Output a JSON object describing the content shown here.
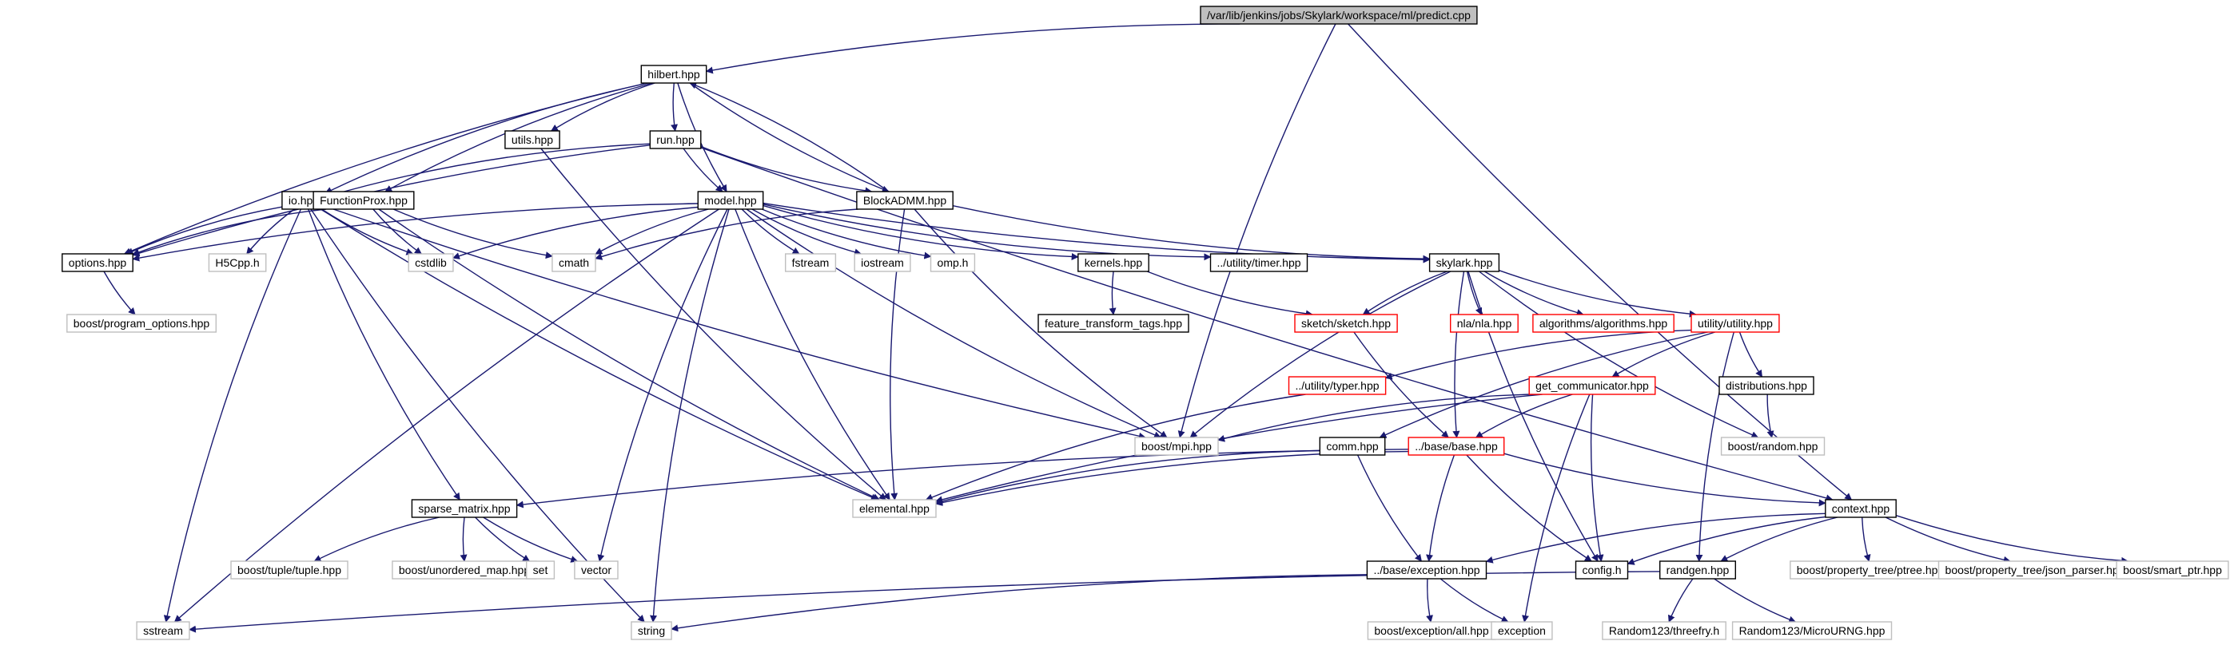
{
  "diagram": {
    "nodes": [
      {
        "id": "predict",
        "label": "/var/lib/jenkins/jobs/Skylark/workspace/ml/predict.cpp",
        "style": "root"
      },
      {
        "id": "hilbert",
        "label": "hilbert.hpp",
        "style": "doc"
      },
      {
        "id": "utils",
        "label": "utils.hpp",
        "style": "doc"
      },
      {
        "id": "run",
        "label": "run.hpp",
        "style": "doc"
      },
      {
        "id": "io",
        "label": "io.hpp",
        "style": "doc"
      },
      {
        "id": "functionprox",
        "label": "FunctionProx.hpp",
        "style": "doc"
      },
      {
        "id": "model",
        "label": "model.hpp",
        "style": "doc"
      },
      {
        "id": "blockadmm",
        "label": "BlockADMM.hpp",
        "style": "doc"
      },
      {
        "id": "options",
        "label": "options.hpp",
        "style": "doc"
      },
      {
        "id": "h5cpp",
        "label": "H5Cpp.h",
        "style": "grey"
      },
      {
        "id": "cstdlib",
        "label": "cstdlib",
        "style": "grey"
      },
      {
        "id": "cmath",
        "label": "cmath",
        "style": "grey"
      },
      {
        "id": "fstream",
        "label": "fstream",
        "style": "grey"
      },
      {
        "id": "iostream",
        "label": "iostream",
        "style": "grey"
      },
      {
        "id": "omph",
        "label": "omp.h",
        "style": "grey"
      },
      {
        "id": "kernels",
        "label": "kernels.hpp",
        "style": "doc"
      },
      {
        "id": "timer",
        "label": "../utility/timer.hpp",
        "style": "doc"
      },
      {
        "id": "skylark",
        "label": "skylark.hpp",
        "style": "doc"
      },
      {
        "id": "progopts",
        "label": "boost/program_options.hpp",
        "style": "grey"
      },
      {
        "id": "fttags",
        "label": "feature_transform_tags.hpp",
        "style": "doc"
      },
      {
        "id": "sketch",
        "label": "sketch/sketch.hpp",
        "style": "red"
      },
      {
        "id": "nla",
        "label": "nla/nla.hpp",
        "style": "red"
      },
      {
        "id": "algorithms",
        "label": "algorithms/algorithms.hpp",
        "style": "red"
      },
      {
        "id": "utility",
        "label": "utility/utility.hpp",
        "style": "red"
      },
      {
        "id": "typer",
        "label": "../utility/typer.hpp",
        "style": "red"
      },
      {
        "id": "getcomm",
        "label": "get_communicator.hpp",
        "style": "red"
      },
      {
        "id": "distributions",
        "label": "distributions.hpp",
        "style": "doc"
      },
      {
        "id": "mpi",
        "label": "boost/mpi.hpp",
        "style": "grey"
      },
      {
        "id": "random",
        "label": "boost/random.hpp",
        "style": "grey"
      },
      {
        "id": "comm",
        "label": "comm.hpp",
        "style": "doc"
      },
      {
        "id": "base",
        "label": "../base/base.hpp",
        "style": "red"
      },
      {
        "id": "sparse",
        "label": "sparse_matrix.hpp",
        "style": "doc"
      },
      {
        "id": "elemental",
        "label": "elemental.hpp",
        "style": "grey"
      },
      {
        "id": "context",
        "label": "context.hpp",
        "style": "doc"
      },
      {
        "id": "tuple",
        "label": "boost/tuple/tuple.hpp",
        "style": "grey"
      },
      {
        "id": "umap",
        "label": "boost/unordered_map.hpp",
        "style": "grey"
      },
      {
        "id": "set",
        "label": "set",
        "style": "grey"
      },
      {
        "id": "vector",
        "label": "vector",
        "style": "grey"
      },
      {
        "id": "exceptionhpp",
        "label": "../base/exception.hpp",
        "style": "doc"
      },
      {
        "id": "config",
        "label": "config.h",
        "style": "doc"
      },
      {
        "id": "randgen",
        "label": "randgen.hpp",
        "style": "doc"
      },
      {
        "id": "ptree",
        "label": "boost/property_tree/ptree.hpp",
        "style": "grey"
      },
      {
        "id": "jsonparser",
        "label": "boost/property_tree/json_parser.hpp",
        "style": "grey"
      },
      {
        "id": "smartptr",
        "label": "boost/smart_ptr.hpp",
        "style": "grey"
      },
      {
        "id": "sstream",
        "label": "sstream",
        "style": "grey"
      },
      {
        "id": "string",
        "label": "string",
        "style": "grey"
      },
      {
        "id": "excall",
        "label": "boost/exception/all.hpp",
        "style": "grey"
      },
      {
        "id": "exception",
        "label": "exception",
        "style": "grey"
      },
      {
        "id": "threefry",
        "label": "Random123/threefry.h",
        "style": "grey"
      },
      {
        "id": "microurng",
        "label": "Random123/MicroURNG.hpp",
        "style": "grey"
      }
    ]
  }
}
